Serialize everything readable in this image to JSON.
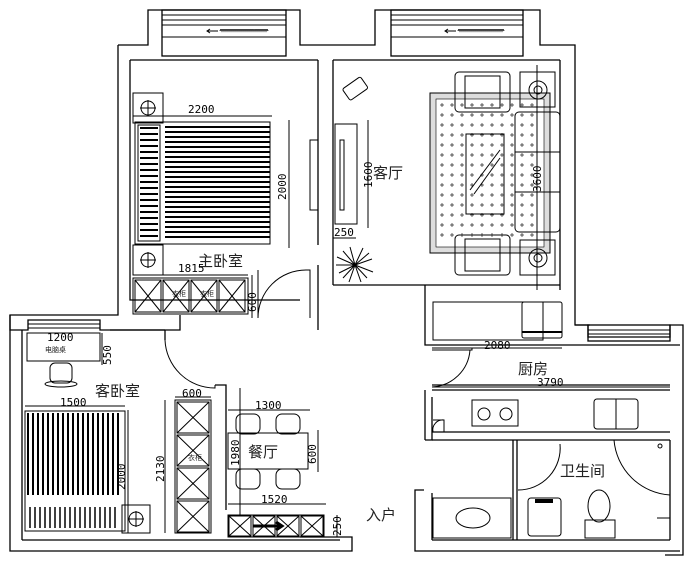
{
  "title": "户型平面布置图",
  "rooms": {
    "master_bedroom": "主卧室",
    "living_room": "客厅",
    "guest_bedroom": "客卧室",
    "dining_room": "餐厅",
    "kitchen": "厨房",
    "bathroom": "卫生间",
    "entrance": "入户"
  },
  "furniture_labels": {
    "computer_desk": "电脑桌",
    "wardrobe": "衣柜",
    "wardrobe_label_2": "衣柜",
    "guest_wardrobe": "衣柜"
  },
  "dimensions": {
    "master_bed_width": "2200",
    "master_bed_length": "2000",
    "master_wardrobe_length": "1815",
    "master_wardrobe_depth": "600",
    "tv_wall_length": "1600",
    "tv_cabinet_depth": "250",
    "sofa_length": "3600",
    "desk_width": "1200",
    "desk_depth": "550",
    "guest_bed_width": "1500",
    "guest_bed_length": "2000",
    "guest_wardrobe_depth": "600",
    "guest_wardrobe_length": "2130",
    "dining_table_width": "1300",
    "dining_area_length": "1980",
    "dining_table_depth": "600",
    "shoe_cabinet_length": "1520",
    "shoe_cabinet_depth": "250",
    "kitchen_upper_length": "2080",
    "kitchen_lower_length": "3790"
  }
}
